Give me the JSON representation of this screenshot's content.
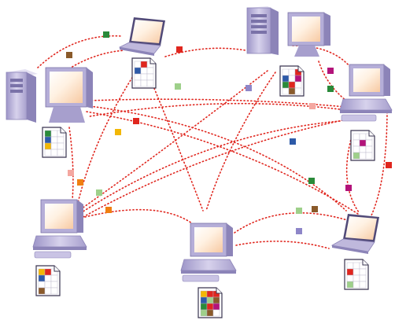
{
  "diagram": {
    "type": "peer-to-peer network",
    "colors": {
      "link": "#e0261e",
      "device_body": "#bfb8dc",
      "device_dark": "#8c84b8",
      "device_light": "#e4e0f2",
      "screen": "#fde8d2",
      "doc_border": "#3a3550"
    },
    "nodes": [
      {
        "id": "top-center-laptop",
        "icon": "laptop-icon",
        "fragments": [
          "#ffffff",
          "#e0261e",
          "#ffffff",
          "#2d5aa8",
          "#ffffff",
          "#ffffff",
          "#ffffff",
          "#ffffff",
          "#ffffff",
          "#ffffff",
          "#ffffff",
          "#ffffff"
        ]
      },
      {
        "id": "top-right-server",
        "icon": "tower-server-icon",
        "fragments": [
          "#ffffff",
          "#ffffff",
          "#e0261e",
          "#2d5aa8",
          "#ffffff",
          "#b3137a",
          "#2a8a3a",
          "#e0261e",
          "#ffffff",
          "#ffffff",
          "#8a5a2a",
          "#ffffff"
        ]
      },
      {
        "id": "left-desktop",
        "icon": "desktop-computer-icon",
        "fragments": [
          "#2a8a3a",
          "#ffffff",
          "#ffffff",
          "#2d5aa8",
          "#ffffff",
          "#ffffff",
          "#f2b705",
          "#ffffff",
          "#ffffff",
          "#ffffff",
          "#ffffff",
          "#ffffff"
        ]
      },
      {
        "id": "right-desktop",
        "icon": "desktop-computer-icon",
        "fragments": [
          "#ffffff",
          "#ffffff",
          "#ffffff",
          "#ffffff",
          "#b3137a",
          "#ffffff",
          "#ffffff",
          "#ffffff",
          "#ffffff",
          "#9ed08a",
          "#ffffff",
          "#ffffff"
        ]
      },
      {
        "id": "bottom-left-desktop",
        "icon": "desktop-computer-icon",
        "fragments": [
          "#f2b705",
          "#e0261e",
          "#ffffff",
          "#2d5aa8",
          "#ffffff",
          "#ffffff",
          "#ffffff",
          "#ffffff",
          "#ffffff",
          "#8a5a2a",
          "#ffffff",
          "#ffffff"
        ]
      },
      {
        "id": "bottom-center-desktop",
        "icon": "desktop-computer-icon",
        "fragments": [
          "#f2b705",
          "#e0261e",
          "#e0261e",
          "#2d5aa8",
          "#9ed08a",
          "#8a5a2a",
          "#2a8a3a",
          "#e0261e",
          "#b3137a",
          "#9ed08a",
          "#8a5a2a",
          "#ffffff"
        ]
      },
      {
        "id": "bottom-right-laptop",
        "icon": "laptop-icon",
        "fragments": [
          "#ffffff",
          "#ffffff",
          "#ffffff",
          "#e0261e",
          "#ffffff",
          "#ffffff",
          "#ffffff",
          "#ffffff",
          "#ffffff",
          "#9ed08a",
          "#ffffff",
          "#ffffff"
        ]
      }
    ],
    "packets": [
      "#2a8a3a",
      "#8a5a2a",
      "#e0261e",
      "#9ed08a",
      "#b3137a",
      "#2a8a3a",
      "#f4a7a0",
      "#8e86c8",
      "#e0261e",
      "#f2b705",
      "#2d5aa8",
      "#f4a7a0",
      "#f07f12",
      "#9ed08a",
      "#f07f12",
      "#2a8a3a",
      "#b3137a",
      "#9ed08a",
      "#8a5a2a",
      "#8e86c8",
      "#e0261e"
    ]
  }
}
